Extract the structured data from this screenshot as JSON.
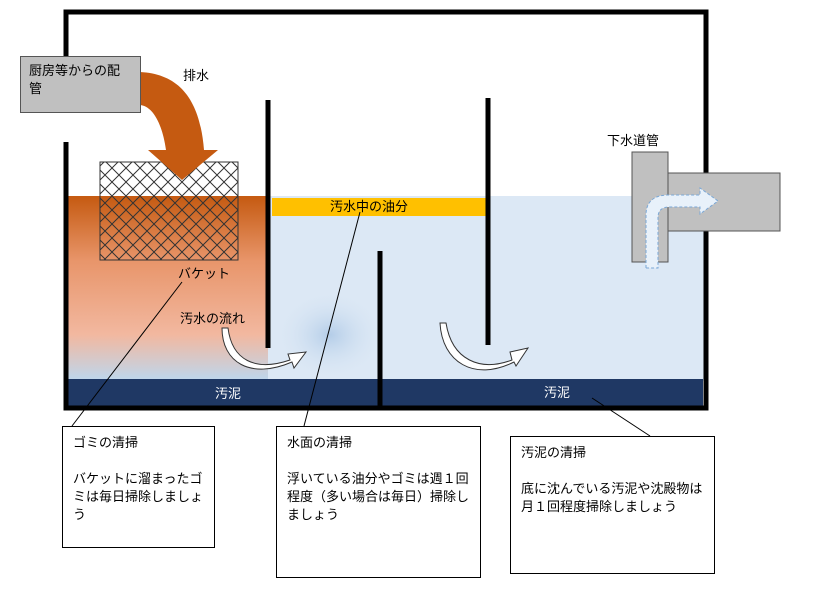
{
  "inlet_pipe": {
    "label": "厨房等からの配管"
  },
  "drain_label": "排水",
  "basket_label": "バケット",
  "oil_label": "汚水中の油分",
  "flow_label": "汚水の流れ",
  "sewer_label": "下水道管",
  "sludge_left": "汚泥",
  "sludge_right": "汚泥",
  "notes": {
    "garbage": {
      "title": "ゴミの清掃",
      "body": "バケットに溜まったゴミは毎日掃除しましょう"
    },
    "surface": {
      "title": "水面の清掃",
      "body": "浮いている油分やゴミは週１回程度（多い場合は毎日）掃除しましょう"
    },
    "sludge": {
      "title": "汚泥の清掃",
      "body": "底に沈んでいる汚泥や沈殿物は月１回程度掃除しましょう"
    }
  },
  "colors": {
    "tank_outline": "#000000",
    "oil": "#ffc000",
    "water": "#dce8f5",
    "sludge": "#1f3864",
    "drain_arrow": "#c55a11",
    "pipe": "#c0c0c0"
  }
}
